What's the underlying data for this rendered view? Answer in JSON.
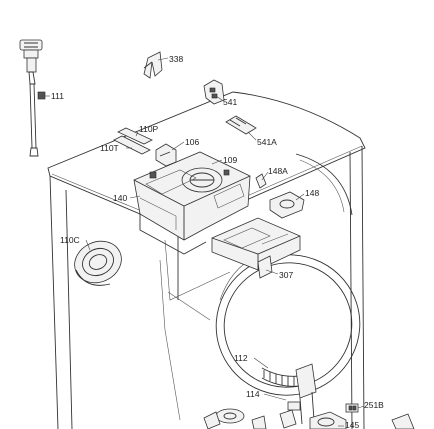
{
  "diagram": {
    "labels": {
      "p111": "111",
      "p338": "338",
      "p541": "541",
      "p541a": "541A",
      "p110p": "110P",
      "p110t": "110T",
      "p106": "106",
      "p109": "109",
      "p148a": "148A",
      "p148": "148",
      "p140": "140",
      "p110c": "110C",
      "p307": "307",
      "p112": "112",
      "p114": "114",
      "p251b": "251B",
      "p145": "145"
    }
  }
}
